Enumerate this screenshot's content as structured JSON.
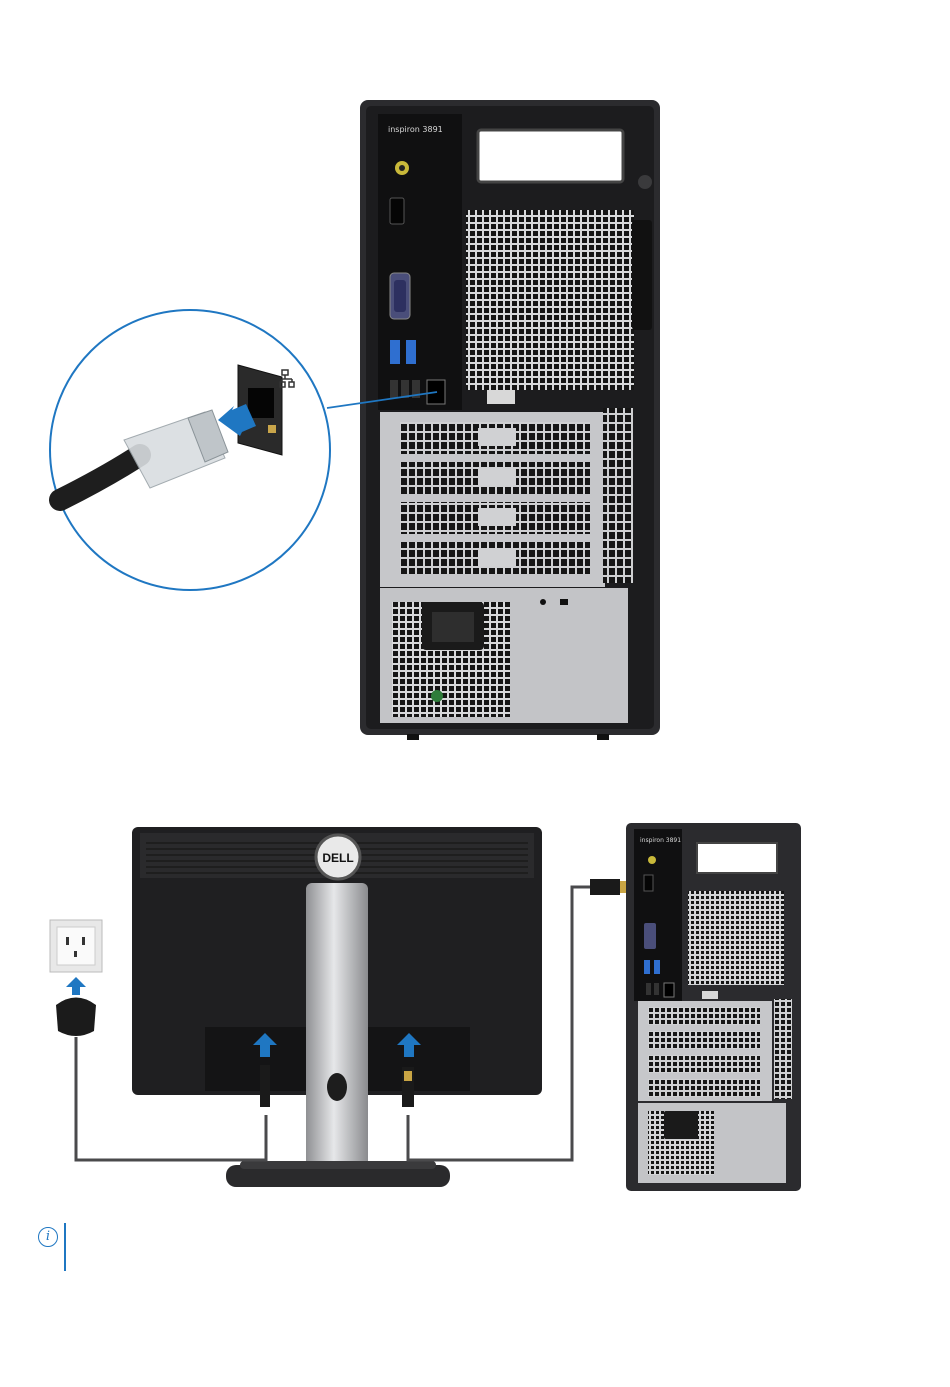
{
  "tower": {
    "model_label": "inspiron 3891"
  },
  "monitor": {
    "brand_label": "DELL"
  },
  "tower_small": {
    "model_label": "inspiron 3891"
  },
  "note": {
    "icon": "info-icon",
    "icon_glyph": "i",
    "text": ""
  },
  "colors": {
    "accent": "#1f77c2",
    "chassis": "#2b2b2e",
    "panel_silver": "#bfc0c3"
  }
}
